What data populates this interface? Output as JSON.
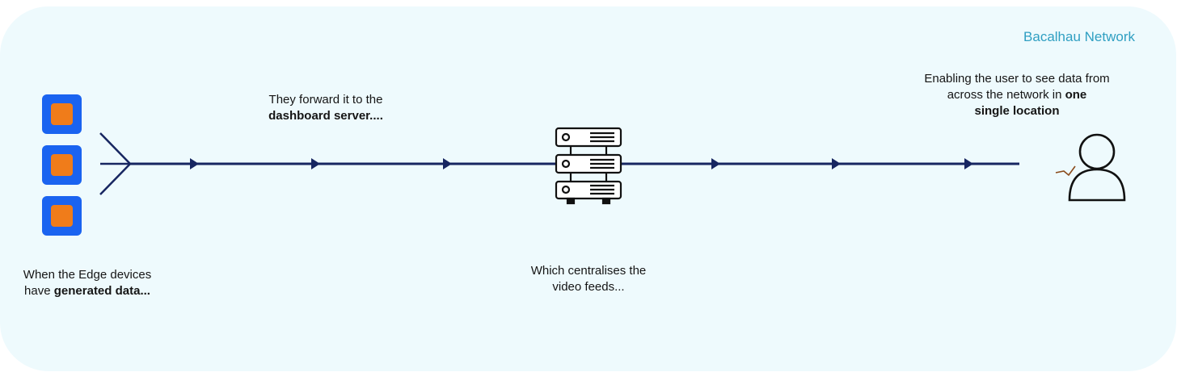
{
  "network_label": "Bacalhau Network",
  "captions": {
    "edge": {
      "line1": "When the Edge devices",
      "line2_prefix": "have ",
      "line2_bold": "generated data..."
    },
    "forward": {
      "line1": "They forward it to the",
      "line2_bold": "dashboard server...."
    },
    "central": {
      "line1": "Which centralises the",
      "line2": "video feeds..."
    },
    "user": {
      "line1": "Enabling the user to see data from",
      "line2_prefix": "across the network in ",
      "line2_bold": "one",
      "line3_bold": "single location"
    }
  },
  "icons": {
    "edge_device": "edge-device-icon",
    "server": "server-rack-icon",
    "user": "user-icon"
  },
  "colors": {
    "panel_bg": "#eefafd",
    "title": "#2f9fc2",
    "flow_line": "#172661",
    "device_outer": "#1a63f0",
    "device_inner": "#f07c1a",
    "icon_stroke": "#111111"
  }
}
